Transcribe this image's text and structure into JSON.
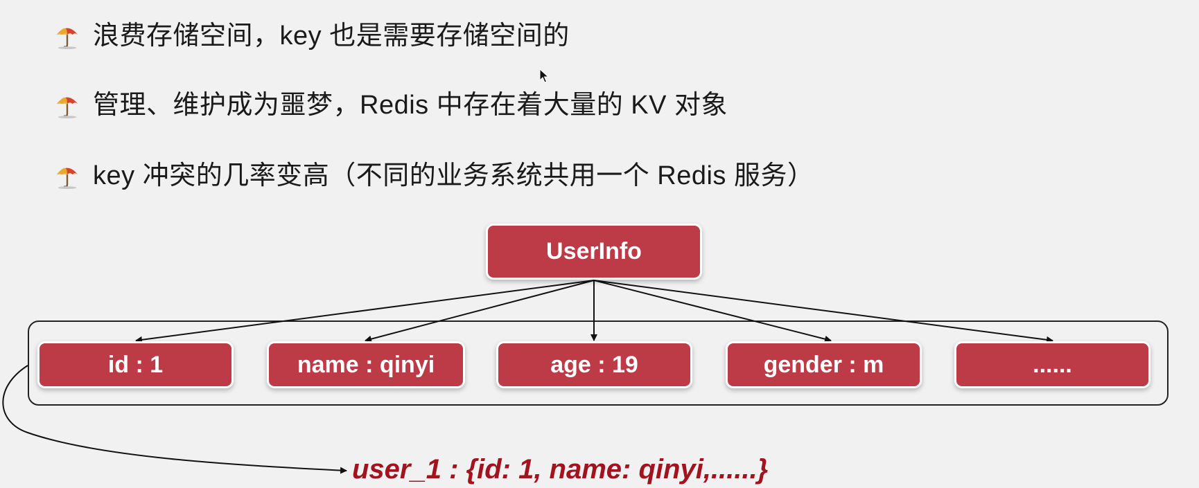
{
  "bullets": [
    {
      "text": "浪费存储空间，key 也是需要存储空间的",
      "icon": "umbrella-icon"
    },
    {
      "text": "管理、维护成为噩梦，Redis 中存在着大量的 KV 对象",
      "icon": "umbrella-icon"
    },
    {
      "text": "key 冲突的几率变高（不同的业务系统共用一个 Redis 服务）",
      "icon": "umbrella-icon"
    }
  ],
  "diagram": {
    "root": "UserInfo",
    "fields": [
      "id : 1",
      "name : qinyi",
      "age : 19",
      "gender : m",
      "......"
    ],
    "serialized": "user_1 : {id: 1, name: qinyi,......}"
  },
  "colors": {
    "background": "#f1f1f1",
    "node_fill": "#bd3a47",
    "node_text": "#ffffff",
    "serialized_text": "#a1131f"
  }
}
